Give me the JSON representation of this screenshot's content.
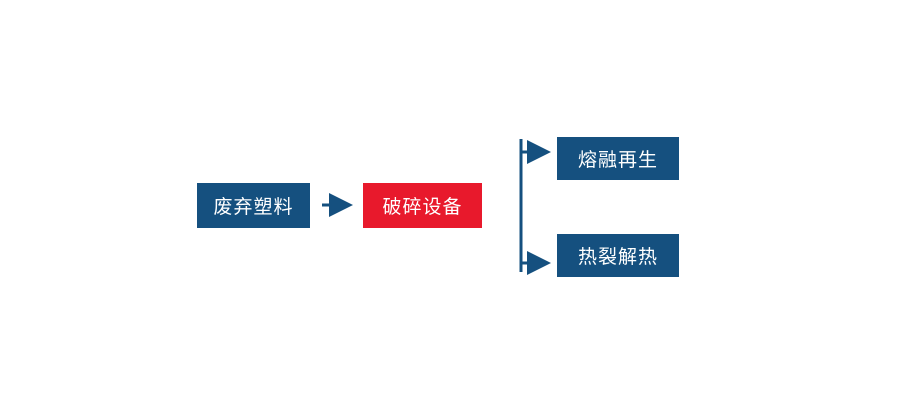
{
  "diagram": {
    "title": "",
    "type": "flowchart",
    "nodes": [
      {
        "id": "waste-plastic",
        "label": "废弃塑料",
        "color": "#15507F",
        "text_color": "#ffffff"
      },
      {
        "id": "crushing-equipment",
        "label": "破碎设备",
        "color": "#E8192C",
        "text_color": "#ffffff"
      },
      {
        "id": "melt-regeneration",
        "label": "熔融再生",
        "color": "#15507F",
        "text_color": "#ffffff"
      },
      {
        "id": "pyrolysis-heat",
        "label": "热裂解热",
        "color": "#15507F",
        "text_color": "#ffffff"
      }
    ],
    "edges": [
      {
        "from": "waste-plastic",
        "to": "crushing-equipment",
        "style": "arrow"
      },
      {
        "from": "crushing-equipment",
        "to": "melt-regeneration",
        "style": "branch-arrow"
      },
      {
        "from": "crushing-equipment",
        "to": "pyrolysis-heat",
        "style": "branch-arrow"
      }
    ],
    "colors": {
      "connector_blue": "#15507F",
      "node_blue": "#15507F",
      "node_red": "#E8192C",
      "background": "#ffffff"
    }
  }
}
